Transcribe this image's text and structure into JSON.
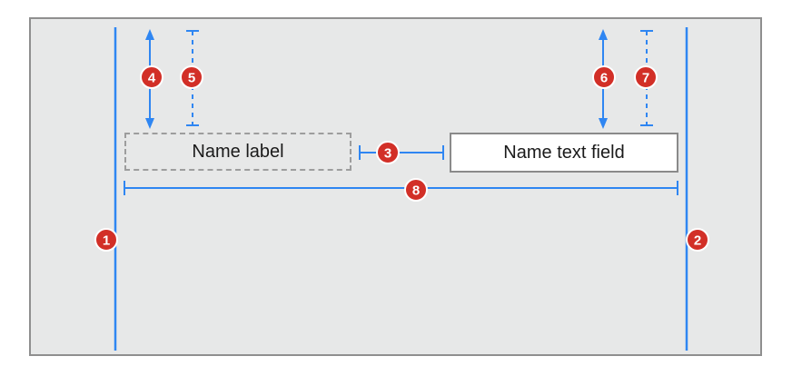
{
  "diagram": {
    "name_label_text": "Name label",
    "name_text_field_text": "Name text field",
    "markers": [
      "1",
      "2",
      "3",
      "4",
      "5",
      "6",
      "7",
      "8"
    ]
  },
  "colors": {
    "panel_background": "#e7e8e8",
    "panel_border": "#8f8f8f",
    "guide_line": "#2f86f2",
    "marker_fill": "#d22f27",
    "marker_text": "#ffffff",
    "dashed_border": "#9d9d9d"
  }
}
